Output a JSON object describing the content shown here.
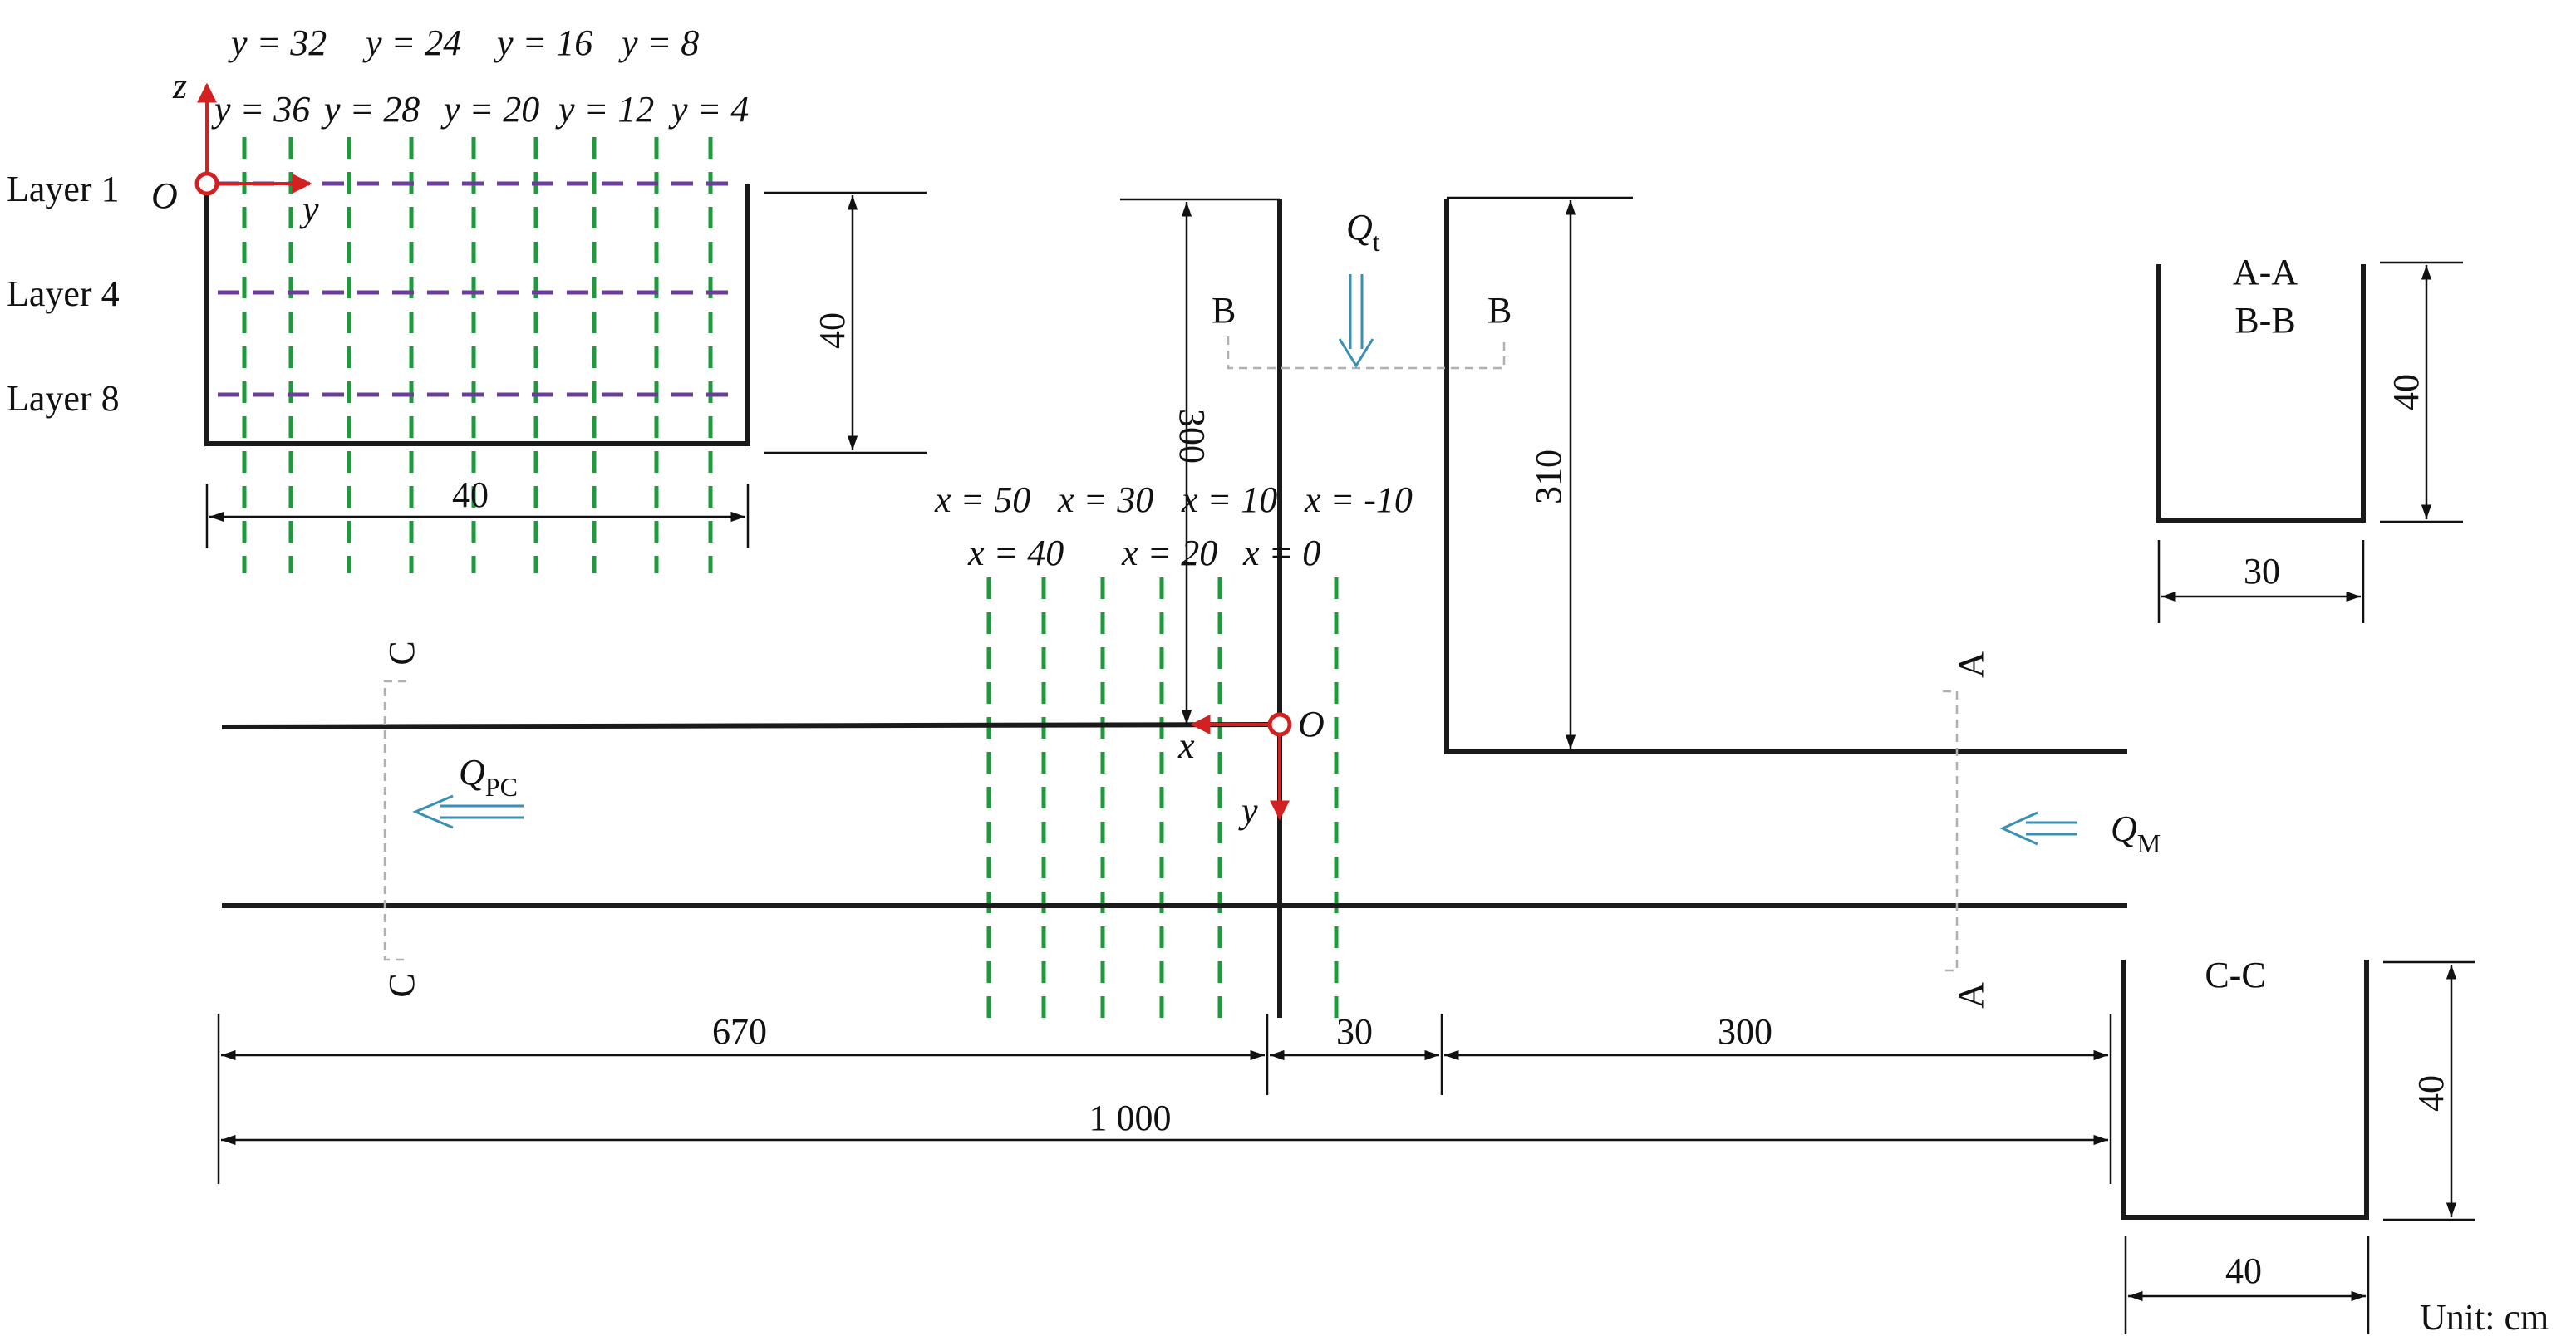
{
  "section_view": {
    "y_labels_top": [
      "y = 32",
      "y = 24",
      "y = 16",
      "y = 8"
    ],
    "y_labels_bottom": [
      "y = 36",
      "y = 28",
      "y = 20",
      "y = 12",
      "y = 4"
    ],
    "layers": [
      "Layer 1",
      "Layer 4",
      "Layer 8"
    ],
    "axis_z": "z",
    "axis_y": "y",
    "origin": "O",
    "width_dim": "40",
    "height_dim": "40"
  },
  "plan_view": {
    "x_labels_top": [
      "x = 50",
      "x = 30",
      "x = 10",
      "x = -10"
    ],
    "x_labels_bottom": [
      "x = 40",
      "x = 20",
      "x = 0"
    ],
    "axis_x": "x",
    "axis_y": "y",
    "origin": "O",
    "flow_main_in": "Q",
    "flow_main_in_sub": "M",
    "flow_out": "Q",
    "flow_out_sub": "PC",
    "flow_tributary": "Q",
    "flow_tributary_sub": "t",
    "section_a": "A",
    "section_b": "B",
    "section_c": "C",
    "dim_tributary_left": "300",
    "dim_tributary_right": "310",
    "dim_left": "670",
    "dim_mid": "30",
    "dim_right": "300",
    "dim_total": "1 000"
  },
  "cross_section_ab": {
    "title_line1": "A-A",
    "title_line2": "B-B",
    "width_dim": "30",
    "height_dim": "40"
  },
  "cross_section_cc": {
    "title": "C-C",
    "width_dim": "40",
    "height_dim": "40"
  },
  "unit_label": "Unit: cm"
}
